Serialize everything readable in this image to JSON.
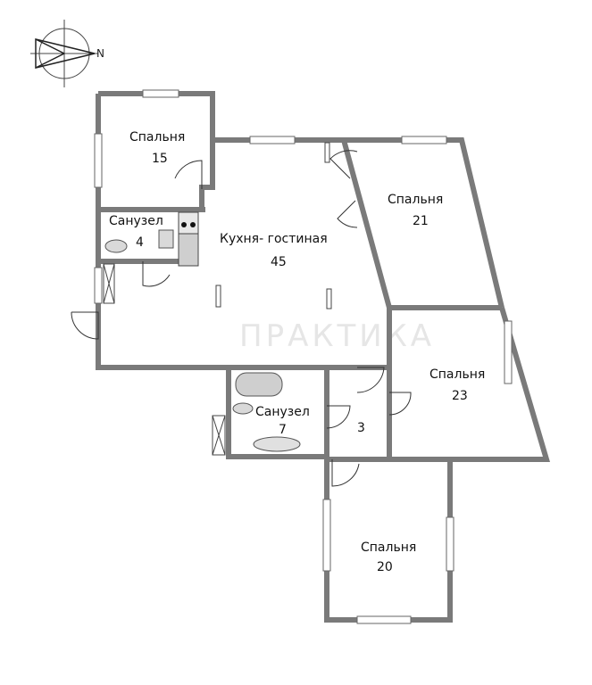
{
  "compass": {
    "letter": "N",
    "icon": "compass-rose-icon"
  },
  "rooms": [
    {
      "id": "bedroom-15",
      "name": "Спальня",
      "area": "15"
    },
    {
      "id": "bathroom-4",
      "name": "Санузел",
      "area": "4"
    },
    {
      "id": "kitchen-living-45",
      "name": "Кухня- гостиная",
      "area": "45"
    },
    {
      "id": "bedroom-21",
      "name": "Спальня",
      "area": "21"
    },
    {
      "id": "bedroom-23",
      "name": "Спальня",
      "area": "23"
    },
    {
      "id": "bathroom-7",
      "name": "Санузел",
      "area": "7"
    },
    {
      "id": "storage-3",
      "name": "",
      "area": "3"
    },
    {
      "id": "bedroom-20",
      "name": "Спальня",
      "area": "20"
    }
  ],
  "watermark": {
    "text": "ПРАКТИКА"
  },
  "colors": {
    "wall": "#7a7a7a",
    "line": "#333333"
  }
}
